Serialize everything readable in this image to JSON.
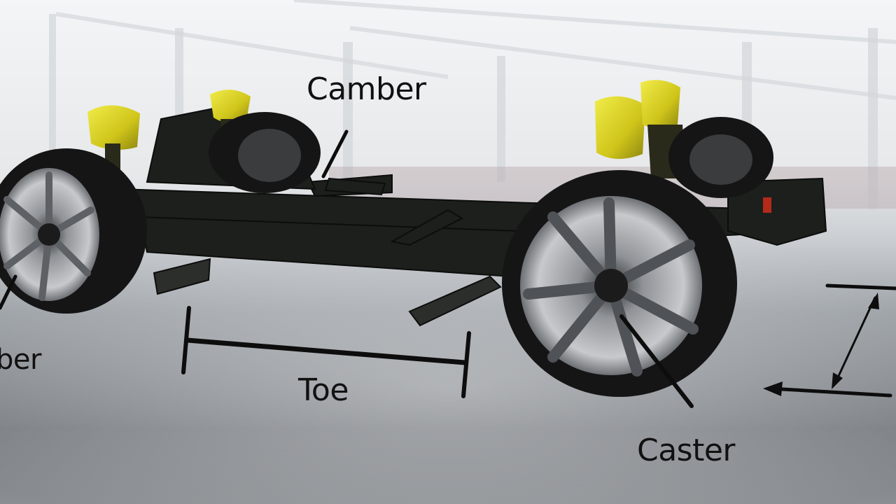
{
  "labels": {
    "camber": "Camber",
    "toe": "Toe",
    "caster": "Caster",
    "camber_cut": "ber"
  },
  "colors": {
    "floor": "#6f7378",
    "wall": "#eef0f1",
    "frame": "#1c1f1c",
    "shock_yellow": "#d4cf1a",
    "tire": "#151515",
    "rim": "#9da0a3",
    "line": "#0d0d0d",
    "text": "#111111"
  },
  "scene": {
    "subject": "car-chassis-with-wheels",
    "background": "garage-interior"
  }
}
